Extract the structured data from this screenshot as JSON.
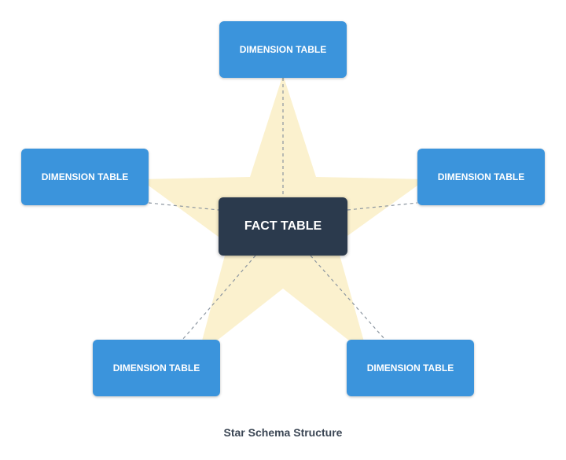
{
  "diagram": {
    "fact_table": {
      "label": "FACT TABLE",
      "color": "#2b3a4d"
    },
    "dimension_tables": [
      {
        "label": "DIMENSION TABLE",
        "position": "top"
      },
      {
        "label": "DIMENSION TABLE",
        "position": "left"
      },
      {
        "label": "DIMENSION TABLE",
        "position": "right"
      },
      {
        "label": "DIMENSION TABLE",
        "position": "bottom-left"
      },
      {
        "label": "DIMENSION TABLE",
        "position": "bottom-right"
      }
    ],
    "dimension_color": "#3b94dc",
    "star_color": "#fbf1ce",
    "connector_style": "dashed",
    "caption": "Star Schema Structure"
  }
}
